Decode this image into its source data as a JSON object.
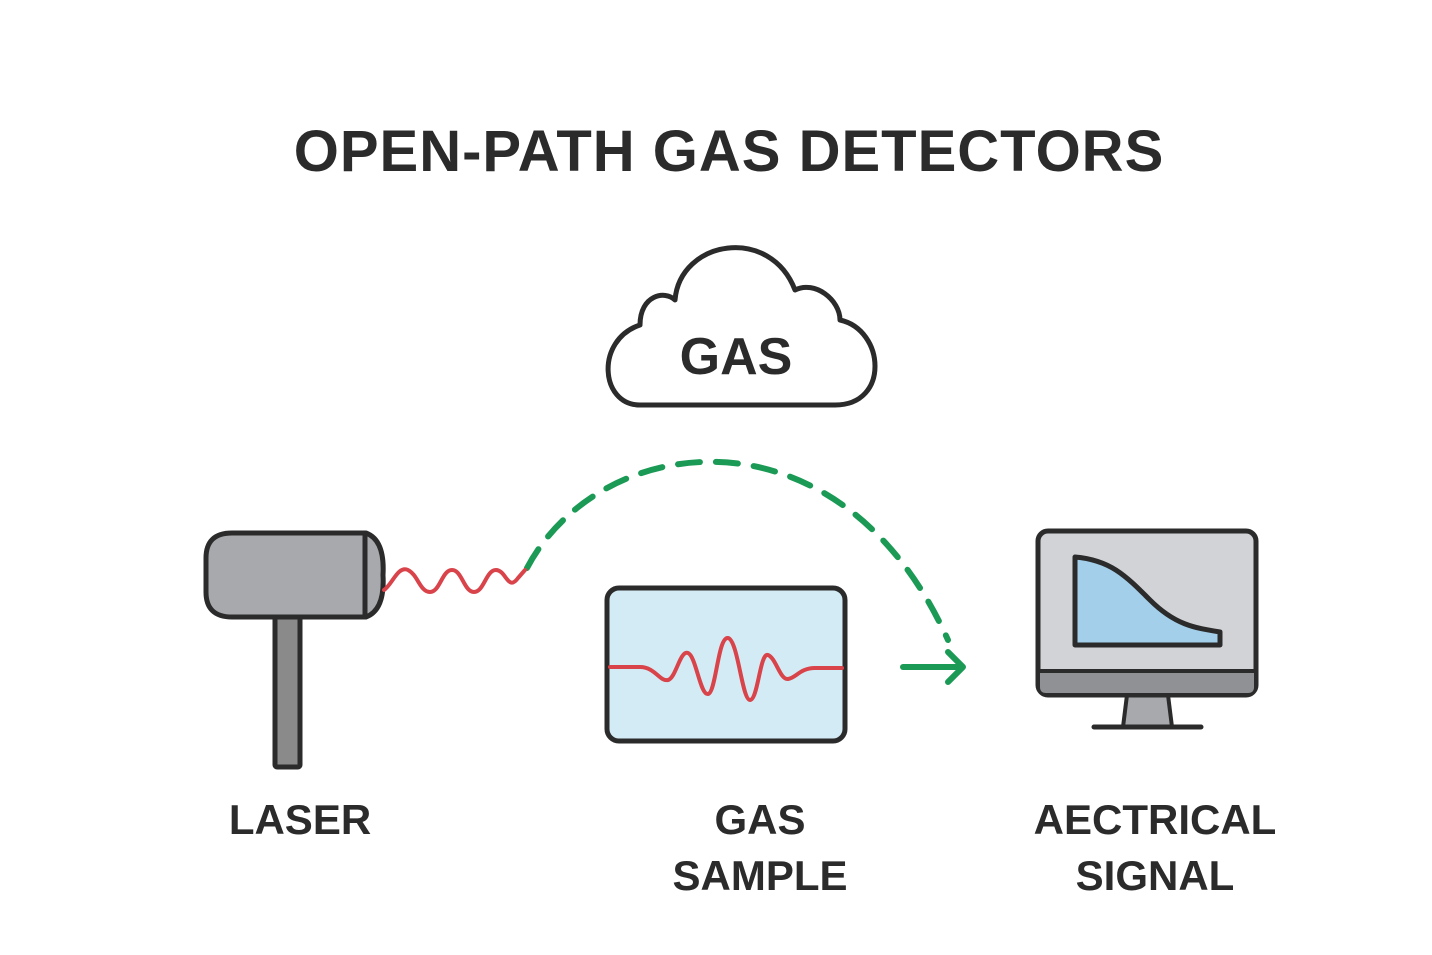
{
  "title": "OPEN-PATH GAS DETECTORS",
  "cloud": {
    "label": "GAS",
    "icon": "cloud-icon"
  },
  "components": {
    "laser": {
      "label": "LASER",
      "icon": "laser-emitter-icon"
    },
    "gas_sample": {
      "label_line1": "GAS",
      "label_line2": "SAMPLE",
      "icon": "waveform-panel-icon"
    },
    "signal": {
      "label_line1": "AECTRICAL",
      "label_line2": "SIGNAL",
      "icon": "monitor-graph-icon"
    }
  },
  "colors": {
    "outline": "#2b2b2b",
    "laser_body": "#a7a9ac",
    "laser_stand": "#8a8a8a",
    "beam_wave": "#d9434a",
    "beam_path": "#1a9a55",
    "sample_fill": "#d3ebf4",
    "monitor_screen": "#d1d3d6",
    "monitor_bezel": "#8f9194",
    "graph_fill": "#a3cfea"
  }
}
